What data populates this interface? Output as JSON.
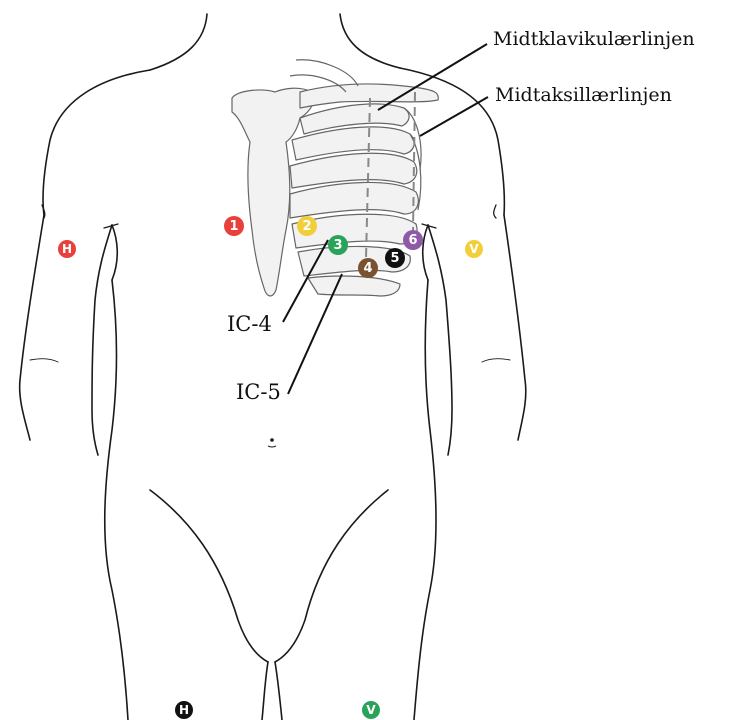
{
  "labels": {
    "midclavicular": "Midtklavikulærlinjen",
    "midaxillary": "Midtaksillærlinjen",
    "ic4": "IC-4",
    "ic5": "IC-5"
  },
  "electrodes": {
    "v1": {
      "text": "1",
      "color": "#e8403c"
    },
    "v2": {
      "text": "2",
      "color": "#f2cf3a"
    },
    "v3": {
      "text": "3",
      "color": "#2aa35a"
    },
    "v4": {
      "text": "4",
      "color": "#7a5230"
    },
    "v5": {
      "text": "5",
      "color": "#111111"
    },
    "v6": {
      "text": "6",
      "color": "#8e5aa8"
    },
    "right_arm": {
      "text": "H",
      "color": "#e8403c"
    },
    "left_arm": {
      "text": "V",
      "color": "#f2cf3a"
    },
    "right_leg": {
      "text": "H",
      "color": "#111111"
    },
    "left_leg": {
      "text": "V",
      "color": "#2aa35a"
    }
  },
  "colors": {
    "outline": "#1a1a1a",
    "bone_stroke": "#666666",
    "bone_fill": "#f2f2f2",
    "guide_line": "#888888"
  }
}
